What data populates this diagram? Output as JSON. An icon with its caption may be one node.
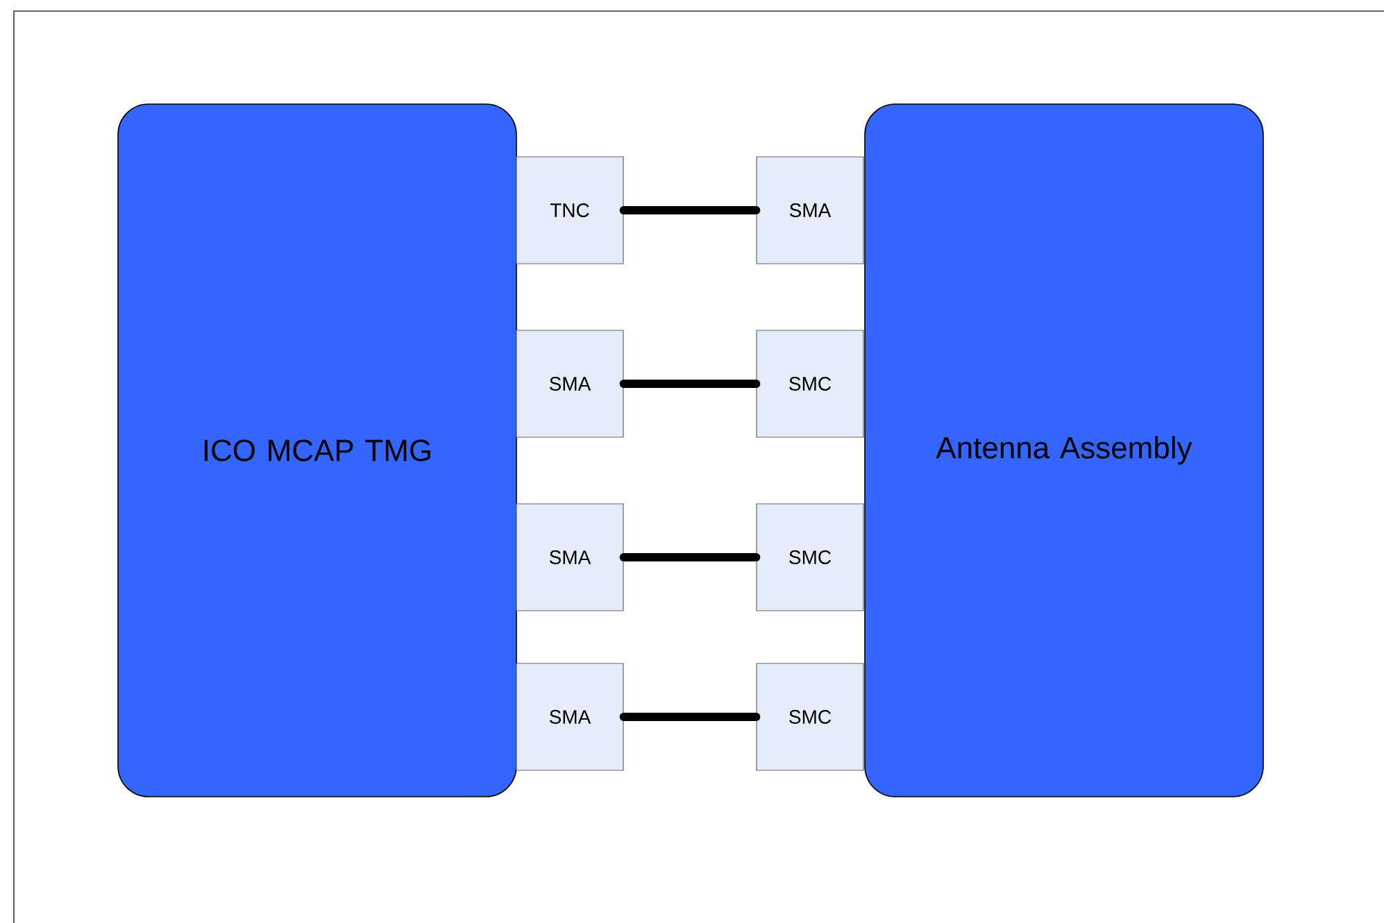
{
  "diagram": {
    "nodes": [
      {
        "text": [
          "ICO MCAP TMG"
        ]
      },
      {
        "text": [
          "Antenna Assembly"
        ]
      },
      {
        "text": [
          "TNC"
        ]
      },
      {
        "text": [
          "SMA"
        ]
      },
      {
        "text": [
          "SMA"
        ]
      },
      {
        "text": [
          "SMC"
        ]
      },
      {
        "text": [
          "SMA"
        ]
      },
      {
        "text": [
          "SMC"
        ]
      },
      {
        "text": [
          "SMA"
        ]
      },
      {
        "text": [
          "SMC"
        ]
      }
    ],
    "edges": [
      {
        "from": 2,
        "to": 3,
        "arrow": "none"
      },
      {
        "from": 4,
        "to": 5,
        "arrow": "none"
      },
      {
        "from": 6,
        "to": 7,
        "arrow": "none"
      },
      {
        "from": 8,
        "to": 9,
        "arrow": "none"
      }
    ]
  }
}
